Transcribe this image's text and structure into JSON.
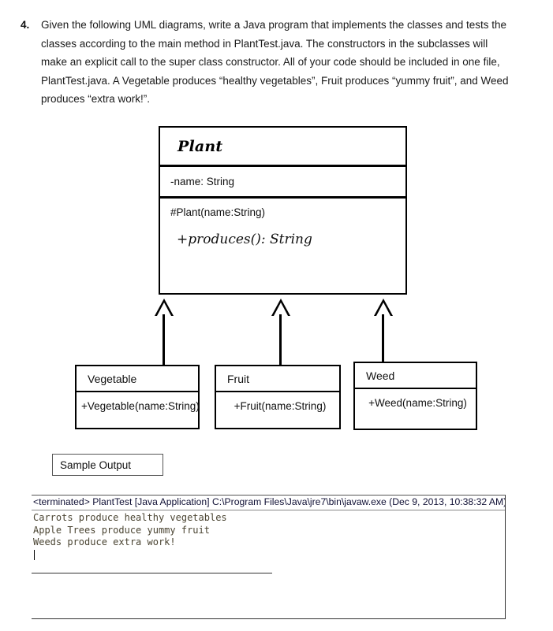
{
  "question": {
    "number": "4.",
    "text": "Given the following UML diagrams, write a Java program that implements the classes and tests the classes according to the main method in PlantTest.java.  The constructors in the subclasses will make an explicit call to the super class constructor. All of your code should be included in one file, PlantTest.java. A Vegetable produces “healthy vegetables”, Fruit produces “yummy fruit”, and Weed produces “extra work!”."
  },
  "uml": {
    "superclass": {
      "name": "Plant",
      "abstract": true,
      "attributes": [
        "-name: String"
      ],
      "operations": [
        "#Plant(name:String)",
        "+produces(): String"
      ],
      "abstract_operation": "+produces(): String"
    },
    "subclasses": [
      {
        "name": "Vegetable",
        "operations": [
          "+Vegetable(name:String)"
        ]
      },
      {
        "name": "Fruit",
        "operations": [
          "+Fruit(name:String)"
        ]
      },
      {
        "name": "Weed",
        "operations": [
          "+Weed(name:String)"
        ]
      }
    ],
    "relationship": "generalization"
  },
  "sample_output": {
    "label": "Sample Output"
  },
  "console": {
    "header": "<terminated> PlantTest [Java Application] C:\\Program Files\\Java\\jre7\\bin\\javaw.exe (Dec 9, 2013, 10:38:32 AM)",
    "lines": [
      "Carrots produce healthy vegetables",
      "Apple Trees produce yummy fruit",
      "Weeds produce extra work!"
    ]
  },
  "colors": {
    "page_background": "#ffffff",
    "text": "#1a1a1a",
    "diagram_stroke": "#000000",
    "console_header_text": "#101035",
    "console_output_text": "#4a4432"
  }
}
